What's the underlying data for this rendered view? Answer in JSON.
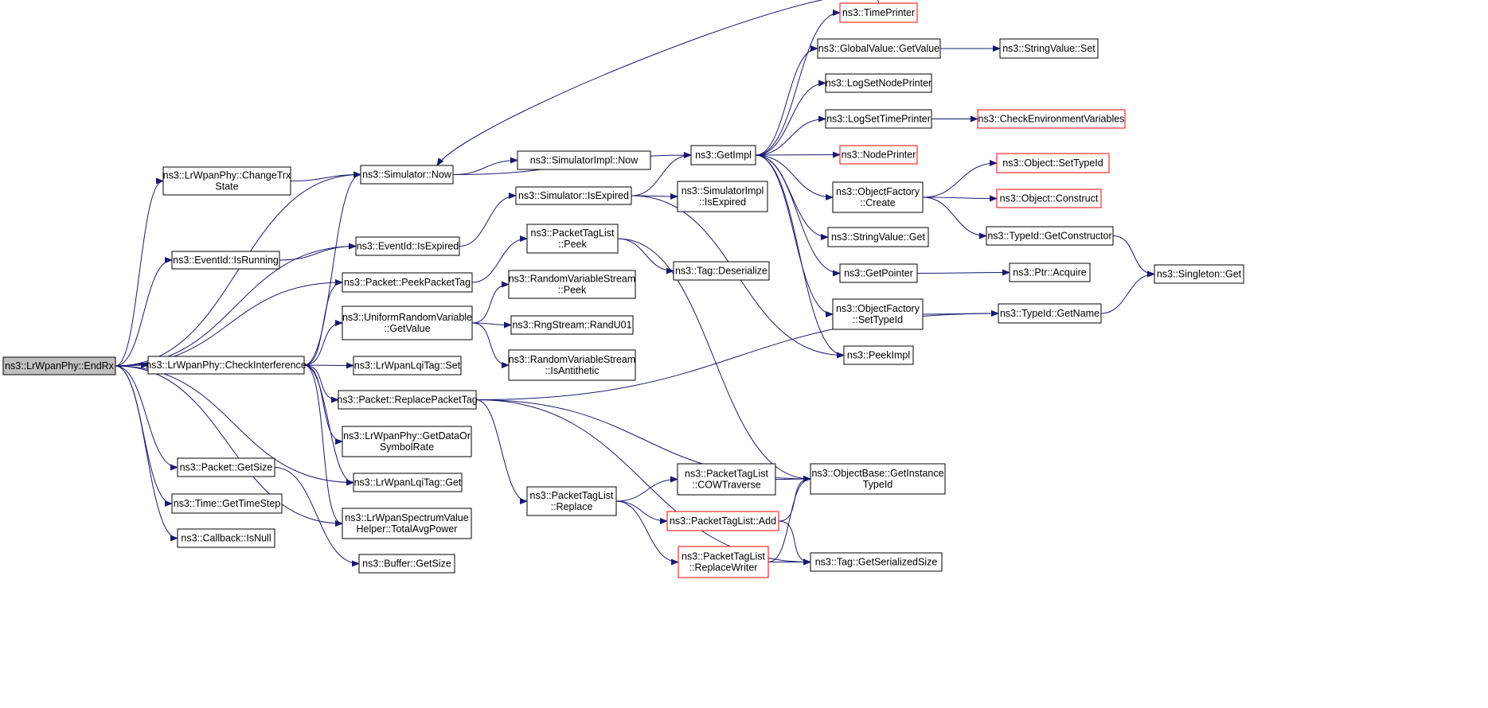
{
  "colors": {
    "edge": "#191970",
    "border_normal": "#000000",
    "border_truncated": "#ff0000",
    "root_fill": "#bfbfbf",
    "node_fill": "#ffffff"
  },
  "nodes": [
    {
      "id": "endrx",
      "lines": [
        "ns3::LrWpanPhy::EndRx"
      ],
      "root": true
    },
    {
      "id": "changetrx",
      "lines": [
        "ns3::LrWpanPhy::ChangeTrx",
        "State"
      ]
    },
    {
      "id": "eventid_isrunning",
      "lines": [
        "ns3::EventId::IsRunning"
      ]
    },
    {
      "id": "checkinterference",
      "lines": [
        "ns3::LrWpanPhy::CheckInterference"
      ]
    },
    {
      "id": "packet_getsize",
      "lines": [
        "ns3::Packet::GetSize"
      ]
    },
    {
      "id": "time_gettimestep",
      "lines": [
        "ns3::Time::GetTimeStep"
      ]
    },
    {
      "id": "callback_isnull",
      "lines": [
        "ns3::Callback::IsNull"
      ]
    },
    {
      "id": "sim_now",
      "lines": [
        "ns3::Simulator::Now"
      ]
    },
    {
      "id": "eventid_isexpired",
      "lines": [
        "ns3::EventId::IsExpired"
      ]
    },
    {
      "id": "peekpackettag",
      "lines": [
        "ns3::Packet::PeekPacketTag"
      ]
    },
    {
      "id": "uniform_getvalue",
      "lines": [
        "ns3::UniformRandomVariable",
        "::GetValue"
      ]
    },
    {
      "id": "lqitag_set",
      "lines": [
        "ns3::LrWpanLqiTag::Set"
      ]
    },
    {
      "id": "replacepackettag",
      "lines": [
        "ns3::Packet::ReplacePacketTag"
      ]
    },
    {
      "id": "getdatarate",
      "lines": [
        "ns3::LrWpanPhy::GetDataOr",
        "SymbolRate"
      ]
    },
    {
      "id": "lqitag_get",
      "lines": [
        "ns3::LrWpanLqiTag::Get"
      ]
    },
    {
      "id": "totalavgpower",
      "lines": [
        "ns3::LrWpanSpectrumValue",
        "Helper::TotalAvgPower"
      ]
    },
    {
      "id": "buffer_getsize",
      "lines": [
        "ns3::Buffer::GetSize"
      ]
    },
    {
      "id": "simimpl_now",
      "lines": [
        "ns3::SimulatorImpl::Now"
      ]
    },
    {
      "id": "sim_isexpired",
      "lines": [
        "ns3::Simulator::IsExpired"
      ]
    },
    {
      "id": "ptl_peek",
      "lines": [
        "ns3::PacketTagList",
        "::Peek"
      ]
    },
    {
      "id": "rvs_peek",
      "lines": [
        "ns3::RandomVariableStream",
        "::Peek"
      ]
    },
    {
      "id": "randu01",
      "lines": [
        "ns3::RngStream::RandU01"
      ]
    },
    {
      "id": "rvs_isantithetic",
      "lines": [
        "ns3::RandomVariableStream",
        "::IsAntithetic"
      ]
    },
    {
      "id": "ptl_replace",
      "lines": [
        "ns3::PacketTagList",
        "::Replace"
      ]
    },
    {
      "id": "getimpl",
      "lines": [
        "ns3::GetImpl"
      ]
    },
    {
      "id": "simimpl_isexpired",
      "lines": [
        "ns3::SimulatorImpl",
        "::IsExpired"
      ]
    },
    {
      "id": "tag_deserialize",
      "lines": [
        "ns3::Tag::Deserialize"
      ]
    },
    {
      "id": "cowtraverse",
      "lines": [
        "ns3::PacketTagList",
        "::COWTraverse"
      ]
    },
    {
      "id": "ptl_add",
      "lines": [
        "ns3::PacketTagList::Add"
      ],
      "truncated": true
    },
    {
      "id": "replacewriter",
      "lines": [
        "ns3::PacketTagList",
        "::ReplaceWriter"
      ],
      "truncated": true
    },
    {
      "id": "timeprinter",
      "lines": [
        "ns3::TimePrinter"
      ],
      "truncated": true
    },
    {
      "id": "globalvalue_getvalue",
      "lines": [
        "ns3::GlobalValue::GetValue"
      ]
    },
    {
      "id": "logsetnodeprinter",
      "lines": [
        "ns3::LogSetNodePrinter"
      ]
    },
    {
      "id": "logsettimeprinter",
      "lines": [
        "ns3::LogSetTimePrinter"
      ]
    },
    {
      "id": "nodeprinter",
      "lines": [
        "ns3::NodePrinter"
      ],
      "truncated": true
    },
    {
      "id": "objfactory_create",
      "lines": [
        "ns3::ObjectFactory",
        "::Create"
      ]
    },
    {
      "id": "stringvalue_get",
      "lines": [
        "ns3::StringValue::Get"
      ]
    },
    {
      "id": "getpointer",
      "lines": [
        "ns3::GetPointer"
      ]
    },
    {
      "id": "objfactory_settypeid",
      "lines": [
        "ns3::ObjectFactory",
        "::SetTypeId"
      ]
    },
    {
      "id": "peekimpl",
      "lines": [
        "ns3::PeekImpl"
      ]
    },
    {
      "id": "getinstancetypeid",
      "lines": [
        "ns3::ObjectBase::GetInstance",
        "TypeId"
      ]
    },
    {
      "id": "tag_getserializedsize",
      "lines": [
        "ns3::Tag::GetSerializedSize"
      ]
    },
    {
      "id": "stringvalue_set",
      "lines": [
        "ns3::StringValue::Set"
      ]
    },
    {
      "id": "checkenvvars",
      "lines": [
        "ns3::CheckEnvironmentVariables"
      ],
      "truncated": true
    },
    {
      "id": "object_settypeid",
      "lines": [
        "ns3::Object::SetTypeId"
      ],
      "truncated": true
    },
    {
      "id": "object_construct",
      "lines": [
        "ns3::Object::Construct"
      ],
      "truncated": true
    },
    {
      "id": "typeid_getconstructor",
      "lines": [
        "ns3::TypeId::GetConstructor"
      ]
    },
    {
      "id": "ptr_acquire",
      "lines": [
        "ns3::Ptr::Acquire"
      ]
    },
    {
      "id": "typeid_getname",
      "lines": [
        "ns3::TypeId::GetName"
      ]
    },
    {
      "id": "singleton_get",
      "lines": [
        "ns3::Singleton::Get"
      ]
    }
  ],
  "edges": [
    [
      "endrx",
      "changetrx"
    ],
    [
      "endrx",
      "eventid_isrunning"
    ],
    [
      "endrx",
      "checkinterference"
    ],
    [
      "endrx",
      "packet_getsize"
    ],
    [
      "endrx",
      "time_gettimestep"
    ],
    [
      "endrx",
      "callback_isnull"
    ],
    [
      "endrx",
      "sim_now"
    ],
    [
      "endrx",
      "eventid_isexpired"
    ],
    [
      "endrx",
      "peekpackettag"
    ],
    [
      "endrx",
      "lqitag_get"
    ],
    [
      "endrx",
      "totalavgpower"
    ],
    [
      "changetrx",
      "sim_now"
    ],
    [
      "eventid_isrunning",
      "eventid_isexpired"
    ],
    [
      "checkinterference",
      "sim_now"
    ],
    [
      "checkinterference",
      "peekpackettag"
    ],
    [
      "checkinterference",
      "uniform_getvalue"
    ],
    [
      "checkinterference",
      "lqitag_set"
    ],
    [
      "checkinterference",
      "replacepackettag"
    ],
    [
      "checkinterference",
      "getdatarate"
    ],
    [
      "checkinterference",
      "lqitag_get"
    ],
    [
      "checkinterference",
      "totalavgpower"
    ],
    [
      "packet_getsize",
      "buffer_getsize"
    ],
    [
      "sim_now",
      "simimpl_now"
    ],
    [
      "sim_now",
      "getimpl"
    ],
    [
      "eventid_isexpired",
      "sim_isexpired"
    ],
    [
      "peekpackettag",
      "ptl_peek"
    ],
    [
      "uniform_getvalue",
      "rvs_peek"
    ],
    [
      "uniform_getvalue",
      "randu01"
    ],
    [
      "uniform_getvalue",
      "rvs_isantithetic"
    ],
    [
      "replacepackettag",
      "ptl_replace"
    ],
    [
      "replacepackettag",
      "getinstancetypeid"
    ],
    [
      "replacepackettag",
      "tag_getserializedsize"
    ],
    [
      "replacepackettag",
      "typeid_getname"
    ],
    [
      "sim_isexpired",
      "getimpl"
    ],
    [
      "sim_isexpired",
      "simimpl_isexpired"
    ],
    [
      "sim_isexpired",
      "peekimpl"
    ],
    [
      "ptl_peek",
      "tag_deserialize"
    ],
    [
      "ptl_peek",
      "getinstancetypeid"
    ],
    [
      "ptl_replace",
      "cowtraverse"
    ],
    [
      "ptl_replace",
      "ptl_add"
    ],
    [
      "ptl_replace",
      "replacewriter"
    ],
    [
      "cowtraverse",
      "getinstancetypeid"
    ],
    [
      "ptl_add",
      "getinstancetypeid"
    ],
    [
      "ptl_add",
      "tag_getserializedsize"
    ],
    [
      "replacewriter",
      "getinstancetypeid"
    ],
    [
      "replacewriter",
      "tag_getserializedsize"
    ],
    [
      "getimpl",
      "timeprinter"
    ],
    [
      "getimpl",
      "globalvalue_getvalue"
    ],
    [
      "getimpl",
      "logsetnodeprinter"
    ],
    [
      "getimpl",
      "logsettimeprinter"
    ],
    [
      "getimpl",
      "nodeprinter"
    ],
    [
      "getimpl",
      "objfactory_create"
    ],
    [
      "getimpl",
      "stringvalue_get"
    ],
    [
      "getimpl",
      "getpointer"
    ],
    [
      "getimpl",
      "objfactory_settypeid"
    ],
    [
      "getimpl",
      "peekimpl"
    ],
    [
      "timeprinter",
      "sim_now"
    ],
    [
      "globalvalue_getvalue",
      "stringvalue_set"
    ],
    [
      "logsettimeprinter",
      "checkenvvars"
    ],
    [
      "objfactory_create",
      "object_settypeid"
    ],
    [
      "objfactory_create",
      "object_construct"
    ],
    [
      "objfactory_create",
      "typeid_getconstructor"
    ],
    [
      "getpointer",
      "ptr_acquire"
    ],
    [
      "objfactory_settypeid",
      "typeid_getname"
    ],
    [
      "typeid_getconstructor",
      "singleton_get"
    ],
    [
      "typeid_getname",
      "singleton_get"
    ]
  ]
}
